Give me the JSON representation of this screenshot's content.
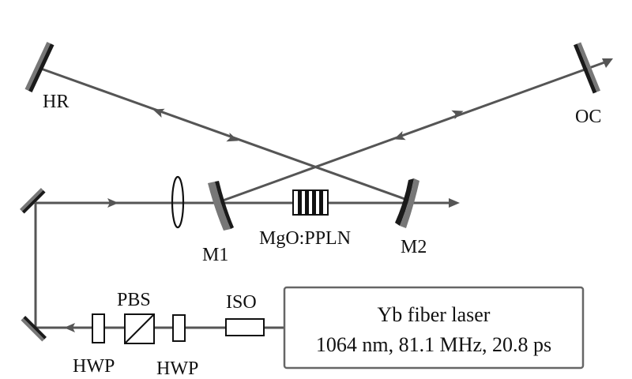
{
  "diagram": {
    "title": "",
    "colors": {
      "beam": "#555555",
      "mirror_dark": "#1a1a1a",
      "mirror_light": "#777777",
      "component_stroke": "#111111",
      "box_stroke": "#666666",
      "text": "#111111"
    },
    "labels": {
      "hr": "HR",
      "oc": "OC",
      "m1": "M1",
      "m2": "M2",
      "crystal": "MgO:PPLN",
      "pbs": "PBS",
      "iso": "ISO",
      "hwp_left": "HWP",
      "hwp_right": "HWP"
    },
    "laser": {
      "name": "Yb fiber laser",
      "specs": "1064 nm, 81.1 MHz, 20.8 ps"
    },
    "components": [
      {
        "id": "hr",
        "type": "flat-mirror",
        "label": "HR"
      },
      {
        "id": "oc",
        "type": "output-coupler",
        "label": "OC"
      },
      {
        "id": "m1",
        "type": "curved-mirror",
        "label": "M1"
      },
      {
        "id": "m2",
        "type": "curved-mirror",
        "label": "M2"
      },
      {
        "id": "crystal",
        "type": "nonlinear-crystal",
        "label": "MgO:PPLN"
      },
      {
        "id": "lens",
        "type": "lens",
        "label": ""
      },
      {
        "id": "pbs",
        "type": "polarizing-beam-splitter",
        "label": "PBS"
      },
      {
        "id": "hwp1",
        "type": "half-wave-plate",
        "label": "HWP"
      },
      {
        "id": "hwp2",
        "type": "half-wave-plate",
        "label": "HWP"
      },
      {
        "id": "iso",
        "type": "isolator",
        "label": "ISO"
      },
      {
        "id": "fold1",
        "type": "flat-mirror",
        "label": ""
      },
      {
        "id": "fold2",
        "type": "flat-mirror",
        "label": ""
      },
      {
        "id": "laser",
        "type": "laser-source",
        "label": "Yb fiber laser"
      }
    ]
  }
}
